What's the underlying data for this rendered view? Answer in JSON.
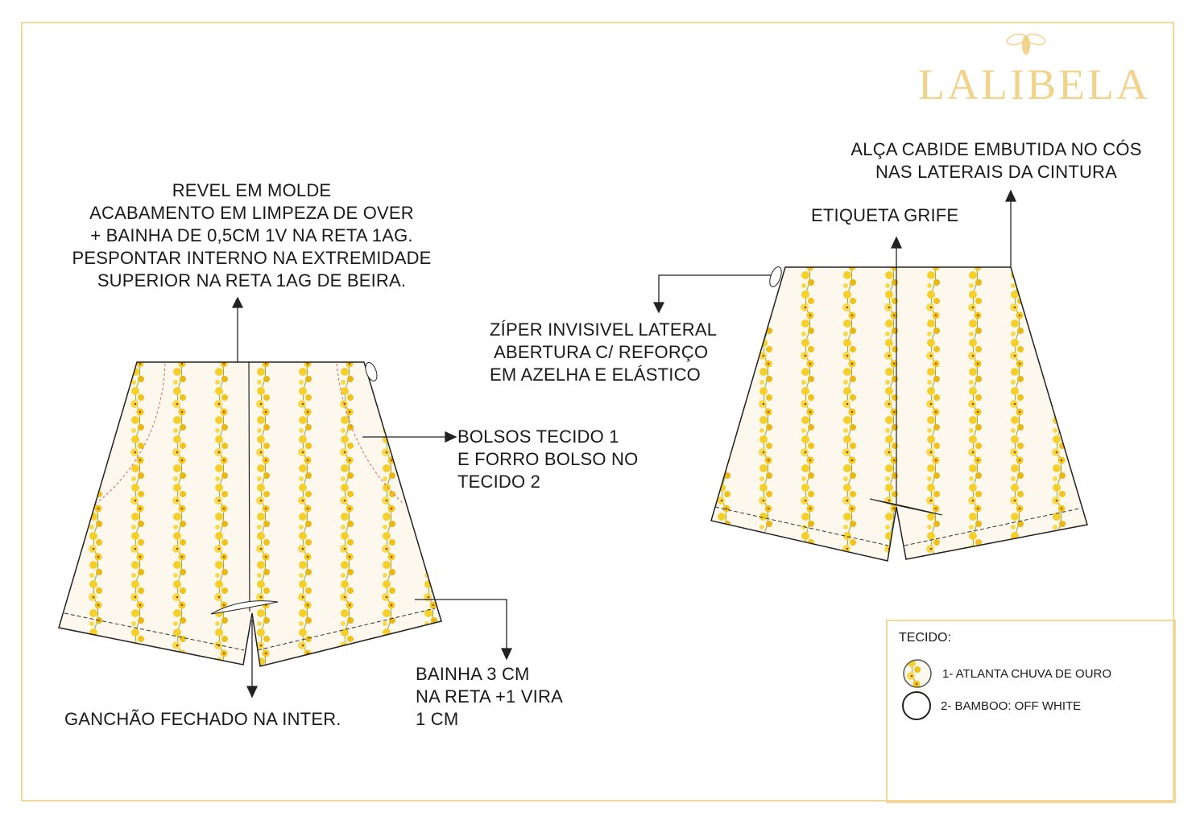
{
  "brand": {
    "name": "LALIBELA",
    "logo_icon": "bee-icon",
    "color": "#f1d38c"
  },
  "notes": {
    "revel": "REVEL EM MOLDE\nACABAMENTO EM LIMPEZA DE OVER\n+ BAINHA DE 0,5CM 1V NA RETA 1AG.\nPESPONTAR INTERNO NA EXTREMIDADE\nSUPERIOR NA RETA 1AG DE BEIRA.",
    "bolsos": "BOLSOS TECIDO 1\nE FORRO BOLSO NO\nTECIDO 2",
    "bainha": "BAINHA 3 CM\nNA RETA +1 VIRA\n1 CM",
    "ganchao": "GANCHÃO FECHADO NA INTER.",
    "ziper": "ZÍPER INVISIVEL LATERAL\n ABERTURA C/ REFORÇO\nEM AZELHA E ELÁSTICO",
    "etiqueta": "ETIQUETA GRIFE",
    "alca": "ALÇA CABIDE EMBUTIDA NO CÓS\nNAS LATERAIS DA CINTURA"
  },
  "legend": {
    "title": "TECIDO:",
    "items": [
      {
        "label": "1- ATLANTA CHUVA DE OURO",
        "swatch": "floral"
      },
      {
        "label": "2- BAMBOO:  OFF WHITE",
        "swatch": "plain"
      }
    ]
  },
  "colors": {
    "frame": "#f0d79a",
    "fabric_base": "#fdf8ee",
    "flower": "#f5c518",
    "leaf": "#8aa84a"
  }
}
